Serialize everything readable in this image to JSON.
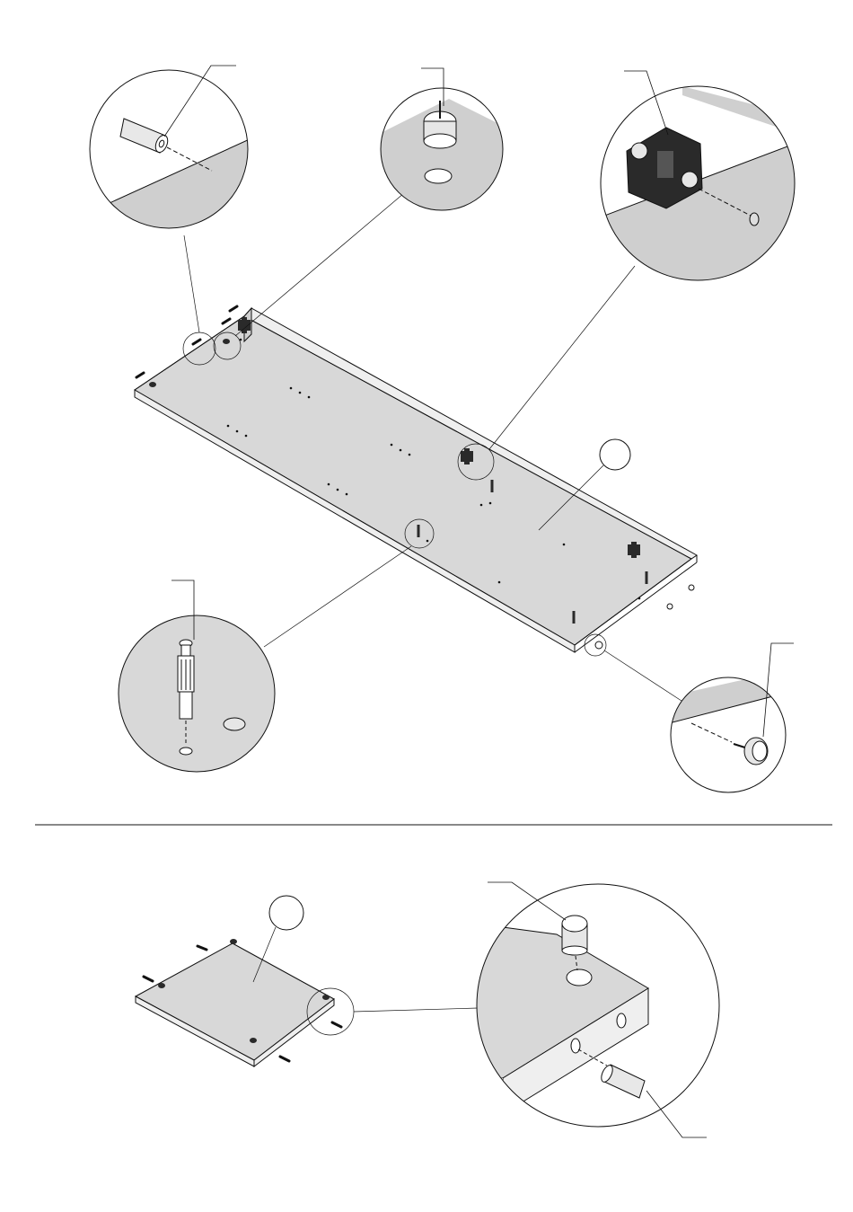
{
  "colors": {
    "line": "#111111",
    "panel_face": "#d8d8d8",
    "panel_edge": "#efefef",
    "zoom_fill": "#ffffff",
    "zoom_shade": "#cfcfcf",
    "hardware_dark": "#2a2a2a",
    "background": "#ffffff"
  },
  "sections": [
    {
      "name": "long-panel-step",
      "part_callouts": [
        "blank-part-number-circle"
      ],
      "detail_views": [
        "dowel-detail",
        "cam-lock-detail",
        "hinge-plate-detail",
        "cam-bolt-detail",
        "felt-pad-detail"
      ]
    },
    {
      "name": "small-panel-step",
      "part_callouts": [
        "blank-part-number-circle"
      ],
      "detail_views": [
        "cam-lock-and-dowel-detail"
      ]
    }
  ],
  "icons": {
    "dowel": "wooden-dowel-icon",
    "cam_lock": "cam-lock-icon",
    "cam_bolt": "cam-bolt-icon",
    "hinge_plate": "hinge-mounting-plate-icon",
    "felt_pad": "nail-on-glide-icon"
  }
}
